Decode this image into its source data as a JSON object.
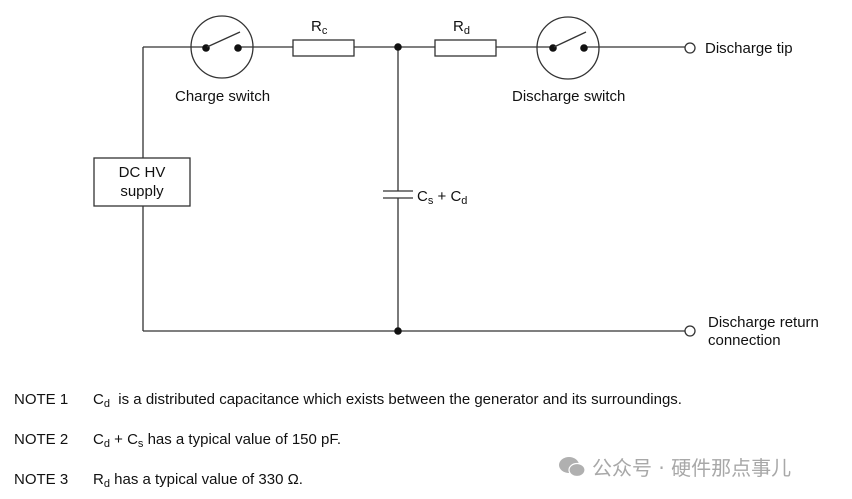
{
  "diagram": {
    "components": {
      "charge_switch": {
        "label": "Charge switch"
      },
      "discharge_switch": {
        "label": "Discharge switch"
      },
      "resistor_c": {
        "label": "R",
        "subscript": "c"
      },
      "resistor_d": {
        "label": "R",
        "subscript": "d"
      },
      "capacitor": {
        "label_a": "C",
        "sub_a": "s",
        "plus": " + ",
        "label_b": "C",
        "sub_b": "d"
      },
      "supply": {
        "line1": "DC HV",
        "line2": "supply"
      },
      "discharge_tip": {
        "label": "Discharge tip"
      },
      "return": {
        "line1": "Discharge return",
        "line2": "connection"
      }
    }
  },
  "notes": [
    {
      "tag": "NOTE 1",
      "sym": "C",
      "sub": "d",
      "text": "  is a distributed capacitance which exists between the generator and its surroundings."
    },
    {
      "tag": "NOTE 2",
      "sym": "C",
      "sub": "d",
      "mid": " + C",
      "sub2": "s",
      "text": " has a typical value of 150 pF."
    },
    {
      "tag": "NOTE 3",
      "sym": "R",
      "sub": "d",
      "text": " has a typical value of 330 Ω."
    }
  ],
  "watermark": {
    "text": "公众号 · 硬件那点事儿",
    "icon": "wechat-icon"
  }
}
